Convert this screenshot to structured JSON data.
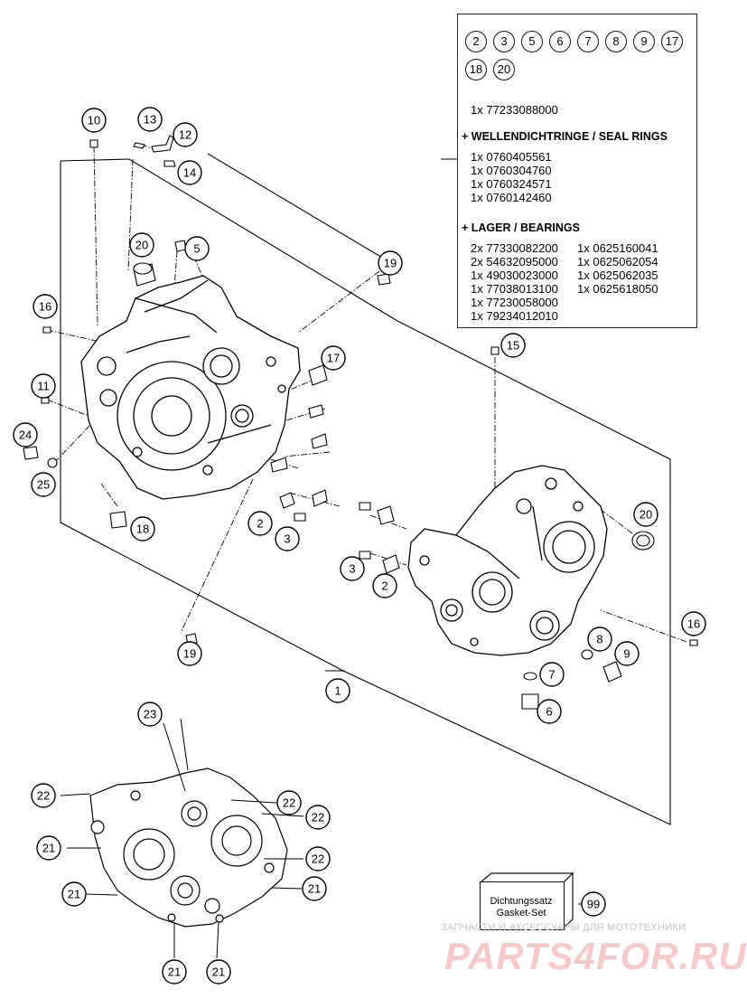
{
  "diagram": {
    "callouts": [
      {
        "id": "c10",
        "label": "10"
      },
      {
        "id": "c13",
        "label": "13"
      },
      {
        "id": "c12",
        "label": "12"
      },
      {
        "id": "c14",
        "label": "14"
      },
      {
        "id": "c20a",
        "label": "20"
      },
      {
        "id": "c5",
        "label": "5"
      },
      {
        "id": "c19a",
        "label": "19"
      },
      {
        "id": "c16a",
        "label": "16"
      },
      {
        "id": "c17",
        "label": "17"
      },
      {
        "id": "c11",
        "label": "11"
      },
      {
        "id": "c24",
        "label": "24"
      },
      {
        "id": "c25",
        "label": "25"
      },
      {
        "id": "c18",
        "label": "18"
      },
      {
        "id": "c2a",
        "label": "2"
      },
      {
        "id": "c3a",
        "label": "3"
      },
      {
        "id": "c15",
        "label": "15"
      },
      {
        "id": "c20b",
        "label": "20"
      },
      {
        "id": "c3b",
        "label": "3"
      },
      {
        "id": "c2b",
        "label": "2"
      },
      {
        "id": "c16b",
        "label": "16"
      },
      {
        "id": "c8",
        "label": "8"
      },
      {
        "id": "c9",
        "label": "9"
      },
      {
        "id": "c7",
        "label": "7"
      },
      {
        "id": "c6",
        "label": "6"
      },
      {
        "id": "c19b",
        "label": "19"
      },
      {
        "id": "c1",
        "label": "1"
      },
      {
        "id": "c23",
        "label": "23"
      },
      {
        "id": "c22a",
        "label": "22"
      },
      {
        "id": "c22b",
        "label": "22"
      },
      {
        "id": "c22c",
        "label": "22"
      },
      {
        "id": "c22d",
        "label": "22"
      },
      {
        "id": "c21a",
        "label": "21"
      },
      {
        "id": "c21b",
        "label": "21"
      },
      {
        "id": "c21c",
        "label": "21"
      },
      {
        "id": "c21d",
        "label": "21"
      },
      {
        "id": "c21e",
        "label": "21"
      },
      {
        "id": "c99",
        "label": "99"
      }
    ]
  },
  "infobox": {
    "circles": [
      "2",
      "3",
      "5",
      "6",
      "7",
      "8",
      "9",
      "17",
      "18",
      "20"
    ],
    "part_line": "1x 77233088000",
    "seals_heading": "+ WELLENDICHTRINGE / SEAL RINGS",
    "seals": [
      "1x 0760405561",
      "1x 0760304760",
      "1x 0760324571",
      "1x 0760142460"
    ],
    "bearings_heading": "+ LAGER / BEARINGS",
    "bearings_col1": [
      "2x 77330082200",
      "2x 54632095000",
      "1x 49030023000",
      "1x 77038013100",
      "1x 77230058000",
      "1x 79234012010"
    ],
    "bearings_col2": [
      "1x 0625160041",
      "1x 0625062054",
      "1x 0625062035",
      "1x 0625618050"
    ]
  },
  "gasket_kit": {
    "line1": "Dichtungssatz",
    "line2": "Gasket-Set"
  },
  "watermark": {
    "tagline": "ЗАПЧАСТИ И АКСЕССУАРЫ ДЛЯ МОТОТЕХНИКИ",
    "brand": "PARTS4FOR.RU"
  }
}
